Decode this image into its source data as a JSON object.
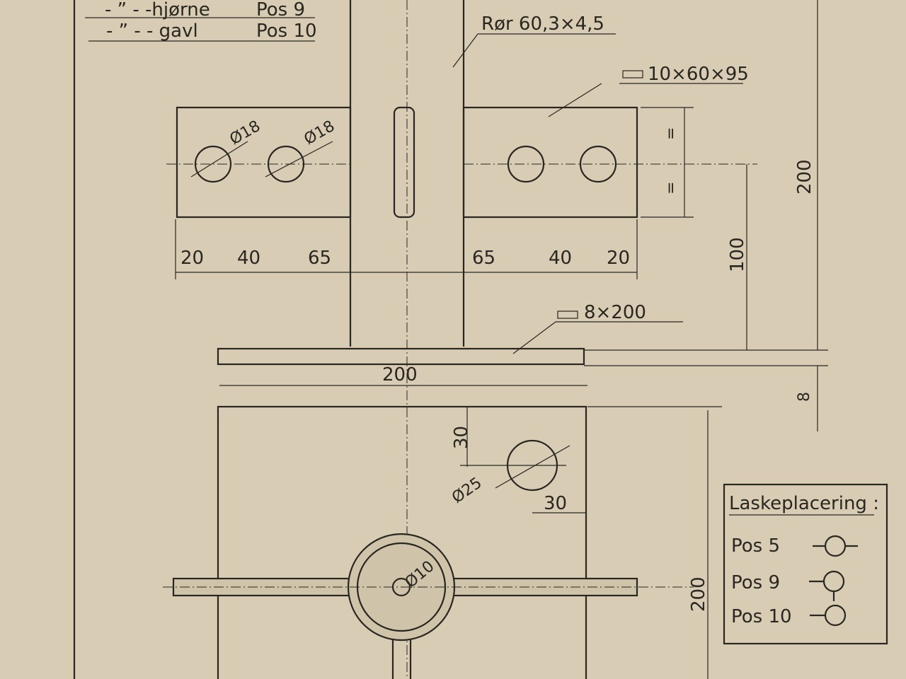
{
  "header": {
    "row1_prefix": "- ” -   -hjørne",
    "row1_pos": "Pos 9",
    "row2_prefix": "- ” -   - gavl",
    "row2_pos": "Pos 10"
  },
  "labels": {
    "pipe": "Rør 60,3×4,5",
    "flat_bar": "10×60×95",
    "base_plate": "8×200",
    "hole_left_1": "Ø18",
    "hole_left_2": "Ø18",
    "hole_base": "Ø25",
    "hole_pipe": "Ø10"
  },
  "dimensions": {
    "left": [
      "20",
      "40",
      "65"
    ],
    "right": [
      "65",
      "40",
      "20"
    ],
    "equal_top": "=",
    "equal_bottom": "=",
    "height_100": "100",
    "height_200": "200",
    "plate_thickness": "8",
    "plate_width": "200",
    "hole_offset_y": "30",
    "hole_offset_x": "30",
    "plate_depth": "200"
  },
  "legend": {
    "title": "Laskeplacering :",
    "items": [
      {
        "label": "Pos  5",
        "symbol": "circle-through"
      },
      {
        "label": "Pos  9",
        "symbol": "circle-corner"
      },
      {
        "label": "Pos 10",
        "symbol": "circle-end"
      }
    ]
  }
}
